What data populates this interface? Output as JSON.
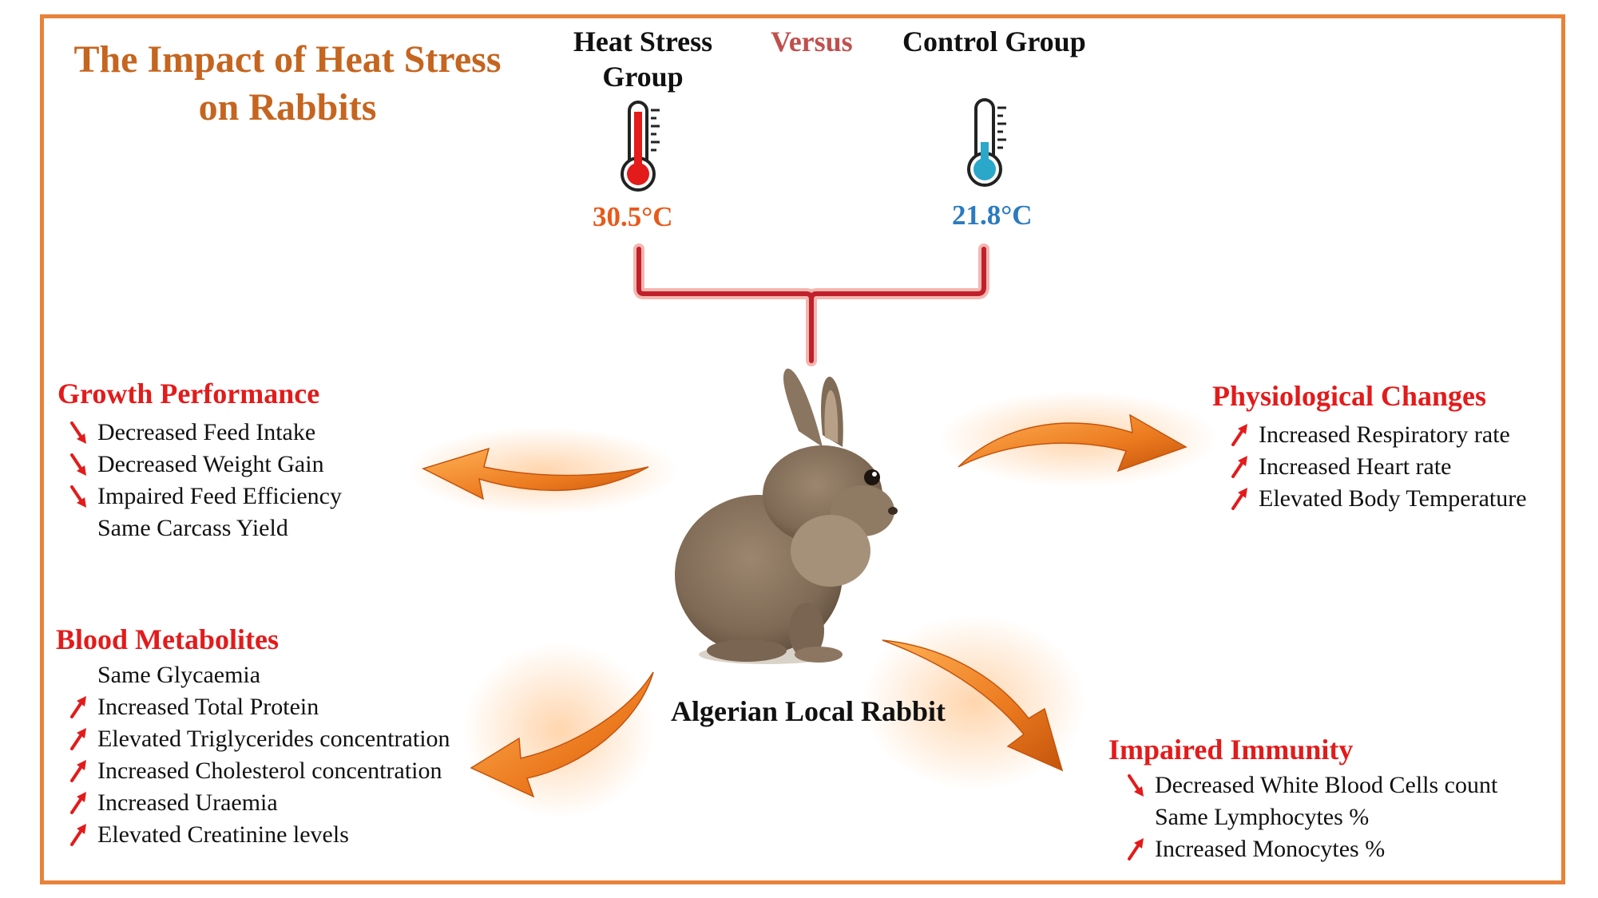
{
  "title_line1": "The Impact  of Heat Stress",
  "title_line2": "on Rabbits",
  "heat_group": {
    "line1": "Heat Stress",
    "line2": "Group",
    "temperature": "30.5°C"
  },
  "versus": "Versus",
  "control_group": {
    "label": "Control Group",
    "temperature": "21.8°C"
  },
  "center_label": "Algerian Local Rabbit",
  "colors": {
    "frame": "#e8823a",
    "title": "#c5651f",
    "section": "#e31b1b",
    "hot": "#e8591a",
    "cold": "#2b7bbf",
    "bracket": "#c0202a"
  },
  "icons": {
    "heat": "thermometer-hot-icon",
    "control": "thermometer-cold-icon",
    "rabbit": "rabbit-illustration",
    "flow": "curved-arrow-icon"
  },
  "sections": {
    "growth": {
      "title": "Growth Performance",
      "items": [
        {
          "text": "Decreased Feed Intake",
          "trend": "down"
        },
        {
          "text": "Decreased Weight Gain",
          "trend": "down"
        },
        {
          "text": "Impaired Feed Efficiency",
          "trend": "down"
        },
        {
          "text": "Same Carcass Yield",
          "trend": "same"
        }
      ]
    },
    "physiology": {
      "title": "Physiological Changes",
      "items": [
        {
          "text": "Increased Respiratory rate",
          "trend": "up"
        },
        {
          "text": "Increased Heart rate",
          "trend": "up"
        },
        {
          "text": "Elevated Body Temperature",
          "trend": "up"
        }
      ]
    },
    "blood": {
      "title": "Blood Metabolites",
      "items": [
        {
          "text": "Same Glycaemia",
          "trend": "same"
        },
        {
          "text": "Increased Total Protein",
          "trend": "up"
        },
        {
          "text": "Elevated Triglycerides concentration",
          "trend": "up"
        },
        {
          "text": "Increased Cholesterol concentration",
          "trend": "up"
        },
        {
          "text": "Increased Uraemia",
          "trend": "up"
        },
        {
          "text": "Elevated Creatinine levels",
          "trend": "up"
        }
      ]
    },
    "immunity": {
      "title": "Impaired Immunity",
      "items": [
        {
          "text": "Decreased White Blood Cells count",
          "trend": "down"
        },
        {
          "text": "Same Lymphocytes %",
          "trend": "same"
        },
        {
          "text": "Increased Monocytes %",
          "trend": "up"
        }
      ]
    }
  }
}
